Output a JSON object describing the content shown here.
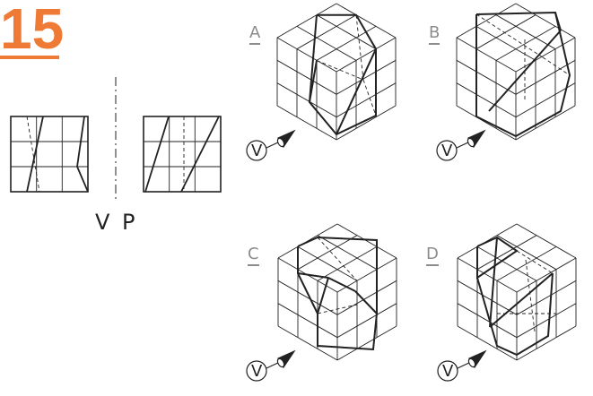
{
  "problem": {
    "number": "15",
    "accent_color": "#ee7a36"
  },
  "projection_labels": {
    "v": "V",
    "p": "P"
  },
  "options": [
    {
      "letter": "A"
    },
    {
      "letter": "B"
    },
    {
      "letter": "C"
    },
    {
      "letter": "D"
    }
  ],
  "viewer_symbol": "V",
  "colors": {
    "option_letter": "#8c8c8c",
    "lines": "#222222"
  }
}
